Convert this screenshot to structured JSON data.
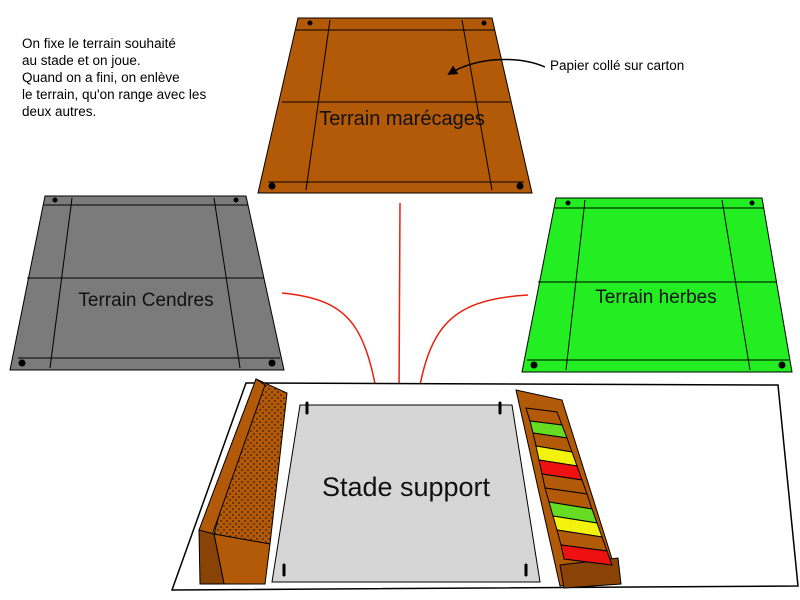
{
  "instructions": {
    "lines": [
      "On fixe le terrain souhaité",
      "au stade et on joue.",
      "Quand on a fini, on enlève",
      "le terrain, qu'on range avec les",
      "deux autres."
    ]
  },
  "callout": {
    "text": "Papier collé sur carton"
  },
  "boards": {
    "marecages": {
      "label": "Terrain marécages",
      "color": "#b35a09"
    },
    "cendres": {
      "label": "Terrain Cendres",
      "color": "#7b7b7b"
    },
    "herbes": {
      "label": "Terrain herbes",
      "color": "#22ee22"
    }
  },
  "stadium": {
    "label": "Stade support",
    "field_color": "#d6d6d6",
    "wood_color": "#b35a09"
  },
  "colors": {
    "arrow": "#e8200c",
    "card_green": "#66dd22",
    "card_yellow": "#f2f20a",
    "card_red": "#ee1111"
  }
}
